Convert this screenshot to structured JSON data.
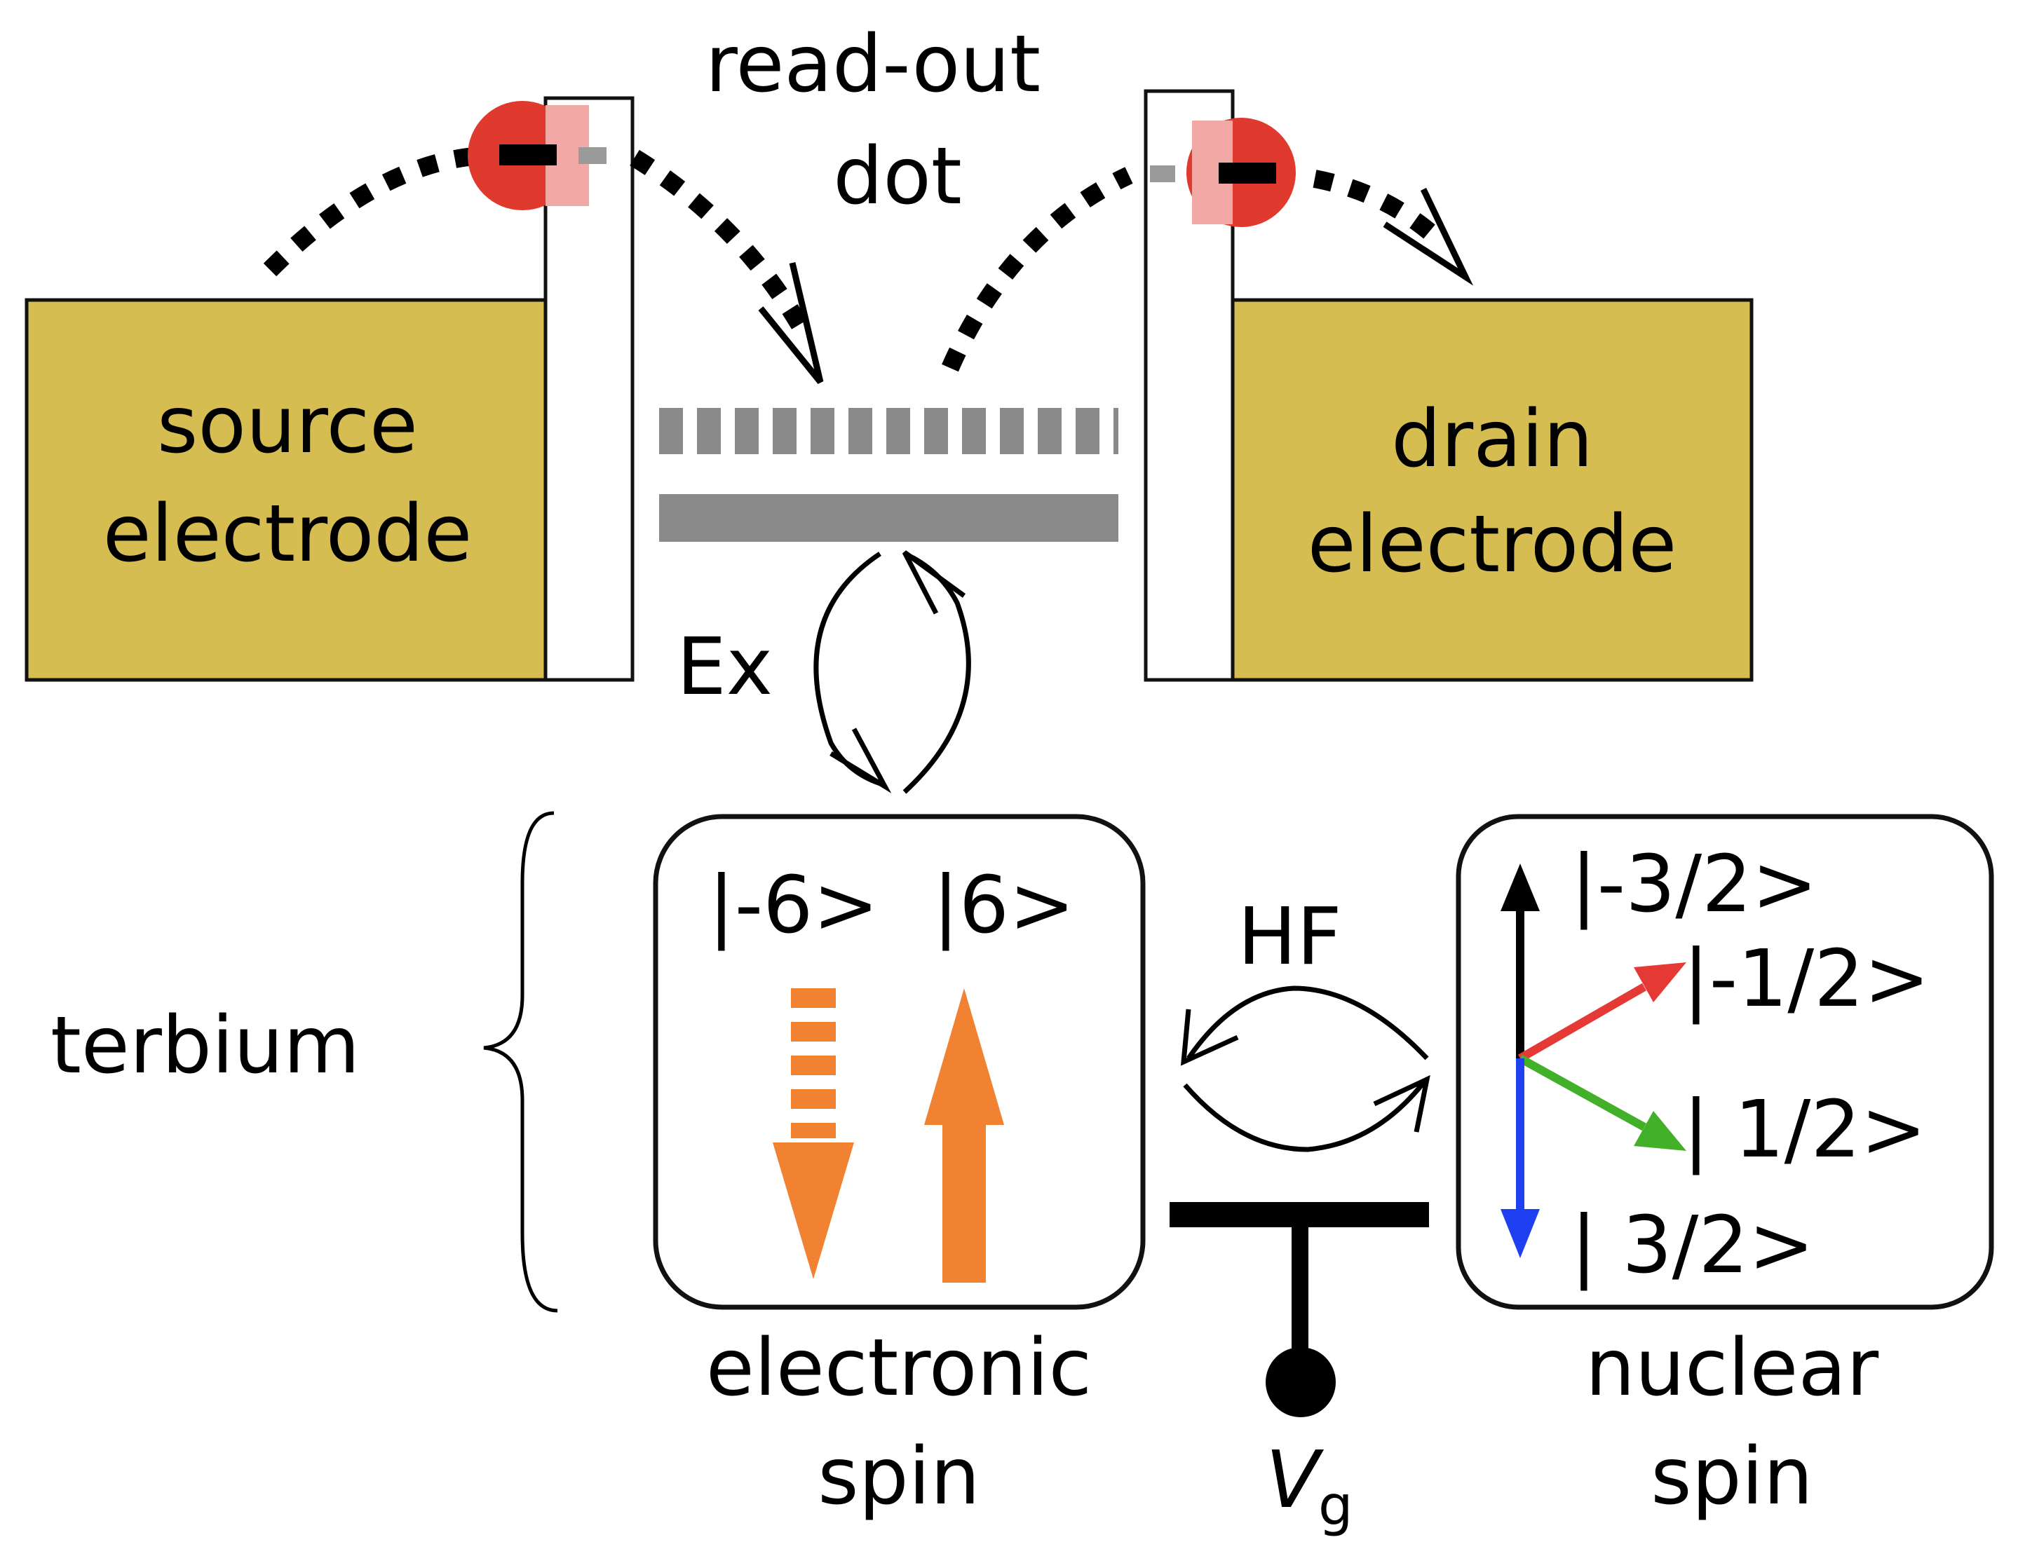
{
  "labels": {
    "readout_line1": "read-out",
    "readout_line2": "dot",
    "source_line1": "source",
    "source_line2": "electrode",
    "drain_line1": "drain",
    "drain_line2": "electrode",
    "exchange": "Ex",
    "hyperfine": "HF",
    "terbium": "terbium",
    "electronic_line1": "electronic",
    "electronic_line2": "spin",
    "nuclear_line1": "nuclear",
    "nuclear_line2": "spin",
    "gate_symbol": "V",
    "gate_subscript": "g"
  },
  "electronic_states": [
    "|-6>",
    "|6>"
  ],
  "nuclear_states": [
    "|-3/2>",
    "|-1/2>",
    "| 1/2>",
    "| 3/2>"
  ],
  "colors": {
    "electrode_fill": "#D6BD52",
    "electron_red": "#E03A2F",
    "electron_faded": "#F2A9A5",
    "dot_level_gray": "#8A8A8A",
    "spin_orange": "#F08232",
    "state_black": "#000000",
    "state_red": "#E53935",
    "state_green": "#43B02A",
    "state_blue": "#1E40F0"
  }
}
